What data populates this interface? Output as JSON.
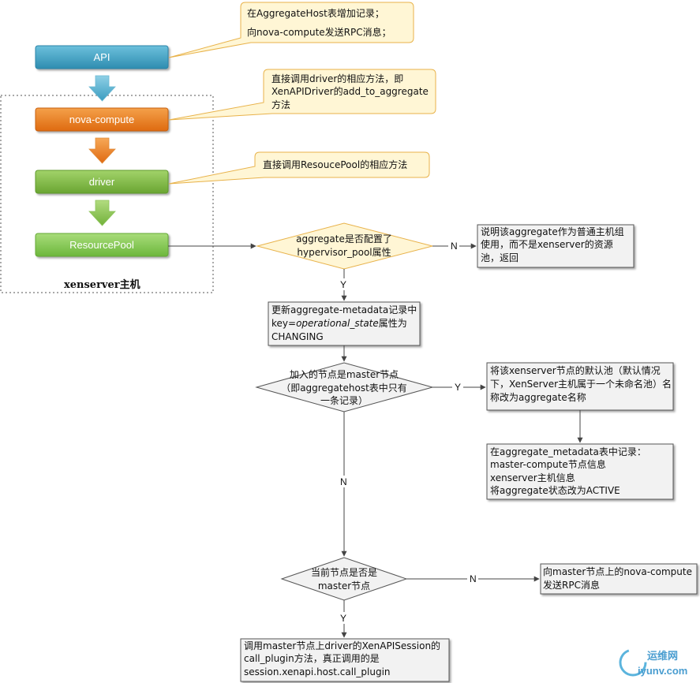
{
  "colors": {
    "api": "#3f9fc0",
    "nova_compute": "#e8771e",
    "driver": "#7ab43e",
    "resource_pool": "#7cc24a",
    "note_fill": "#fff6d5",
    "note_stroke": "#e8b24a",
    "decision_fill": "#f2f2f2",
    "decision_highlight_fill": "#fff6d5",
    "process_fill": "#f2f2f2"
  },
  "components": {
    "api": "API",
    "nova_compute": "nova-compute",
    "driver": "driver",
    "resource_pool": "ResourcePool",
    "cluster_label": "xenserver主机"
  },
  "notes": {
    "api": [
      "在AggregateHost表增加记录；",
      "向nova-compute发送RPC消息；"
    ],
    "nova_compute": [
      "直接调用driver的相应方法，即",
      "XenAPIDriver的add_to_aggregate",
      "方法"
    ],
    "driver": [
      "直接调用ResoucePool的相应方法"
    ]
  },
  "decisions": {
    "hypervisor_pool": [
      "aggregate是否配置了",
      "hypervisor_pool属性"
    ],
    "master_only": [
      "加入的节点是master节点",
      "（即aggregatehost表中只有",
      "一条记录）"
    ],
    "is_master": [
      "当前节点是否是",
      "master节点"
    ]
  },
  "processes": {
    "not_pool": [
      "说明该aggregate作为普通主机组",
      "使用，而不是xenserver的资源",
      "池，返回"
    ],
    "changing": [
      "更新aggregate-metadata记录中",
      "key=",
      "operational_state",
      "属性为",
      "CHANGING"
    ],
    "rename_pool": [
      "将该xenserver节点的默认池（默认情况",
      "下，XenServer主机属于一个未命名池）名",
      "称改为aggregate名称"
    ],
    "record_meta": [
      "在aggregate_metadata表中记录：",
      "master-compute节点信息",
      "xenserver主机信息",
      "将aggregate状态改为ACTIVE"
    ],
    "rpc_master": [
      "向master节点上的nova-compute",
      "发送RPC消息"
    ],
    "call_plugin": [
      "调用master节点上driver的XenAPISession的",
      "call_plugin方法，真正调用的是",
      "session.xenapi.host.call_plugin"
    ]
  },
  "edge_labels": {
    "y": "Y",
    "n": "N"
  },
  "watermark": {
    "name": "运维网",
    "domain": "iyunv.com"
  }
}
